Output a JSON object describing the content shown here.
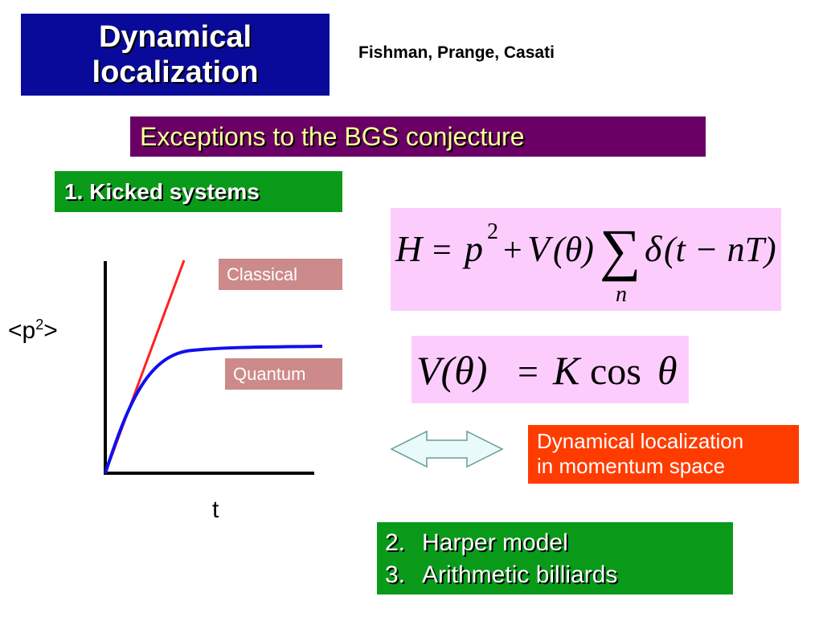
{
  "title": {
    "line1": "Dynamical",
    "line2": "localization"
  },
  "authors": "Fishman, Prange, Casati",
  "subtitle": "Exceptions to the BGS conjecture",
  "section1": "1. Kicked systems",
  "hamiltonian": {
    "H": "H",
    "eq": "=",
    "p": "p",
    "exp": "2",
    "plus": "+",
    "V": "V",
    "theta_arg": "(θ)",
    "sum": "∑",
    "sum_index": "n",
    "delta": "δ",
    "delta_arg": "(t − nT)"
  },
  "potential": {
    "lhs": "V(θ)",
    "eq": "=",
    "K": "K",
    "cos": "cos",
    "theta": "θ"
  },
  "graph": {
    "ylabel_main": "<p",
    "ylabel_sup": "2",
    "ylabel_end": ">",
    "xlabel": "t",
    "classical_label": "Classical",
    "quantum_label": "Quantum",
    "classical_color": "#ff2020",
    "quantum_color": "#1010ee"
  },
  "localization": {
    "line1": "Dynamical localization",
    "line2": "in momentum space"
  },
  "other_systems": [
    {
      "num": "2.",
      "label": "Harper model"
    },
    {
      "num": "3.",
      "label": "Arithmetic billiards"
    }
  ],
  "colors": {
    "title_bg": "#0a0a9a",
    "subtitle_bg": "#6a0066",
    "subtitle_text": "#ffff99",
    "green_bg": "#0a9a1a",
    "formula_bg": "#fccdfc",
    "label_bg": "#cd8a8a",
    "localization_bg": "#ff3c00",
    "arrow_fill": "#e8fafa"
  }
}
